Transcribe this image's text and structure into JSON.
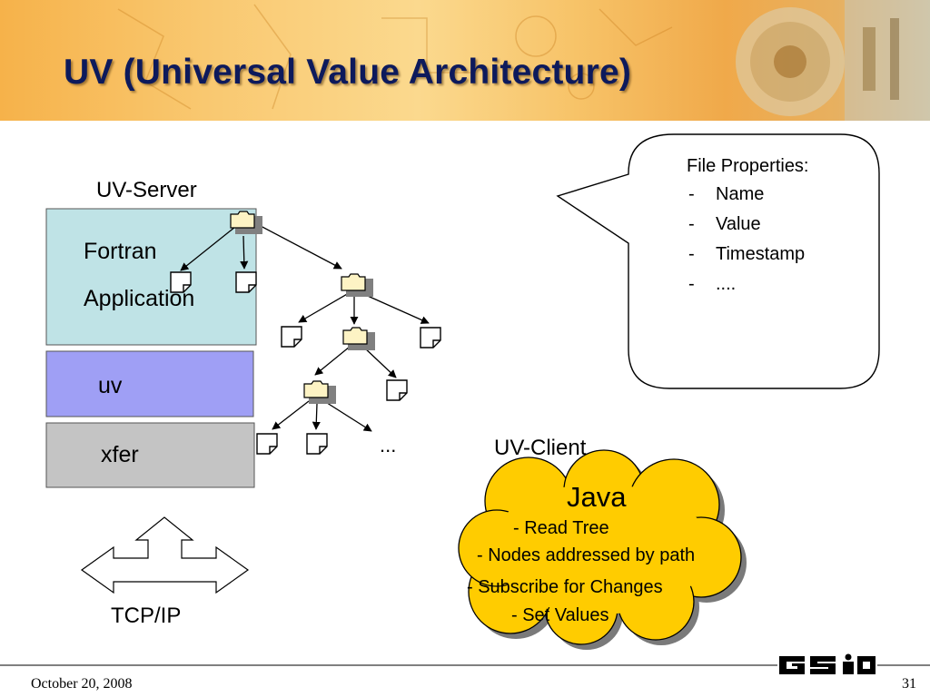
{
  "slide": {
    "title": "UV (Universal Value Architecture)",
    "footer_date": "October 20, 2008",
    "page_number": "31",
    "logo_text": "GSI"
  },
  "server": {
    "label": "UV-Server",
    "layers": [
      {
        "lines": [
          "Fortran",
          "Application"
        ],
        "color": "#bfe3e6"
      },
      {
        "lines": [
          "uv"
        ],
        "color": "#9f9ff5"
      },
      {
        "lines": [
          "xfer"
        ],
        "color": "#c4c4c4"
      }
    ],
    "transport_label": "TCP/IP"
  },
  "tree": {
    "more_label": "..."
  },
  "callout": {
    "title": "File Properties:",
    "items": [
      {
        "dash": "-",
        "text": "Name"
      },
      {
        "dash": "-",
        "text": "Value"
      },
      {
        "dash": "-",
        "text": "Timestamp"
      },
      {
        "dash": "-",
        "text": "...."
      }
    ]
  },
  "client": {
    "label": "UV-Client",
    "cloud_title": "Java",
    "cloud_color": "#ffcc00",
    "features": [
      "- Read Tree",
      "- Nodes addressed by path",
      "- Subscribe for Changes",
      "- Set Values"
    ]
  },
  "colors": {
    "title_text": "#0d1a5c",
    "folder_fill": "#fdf3c4",
    "line": "#000000"
  }
}
